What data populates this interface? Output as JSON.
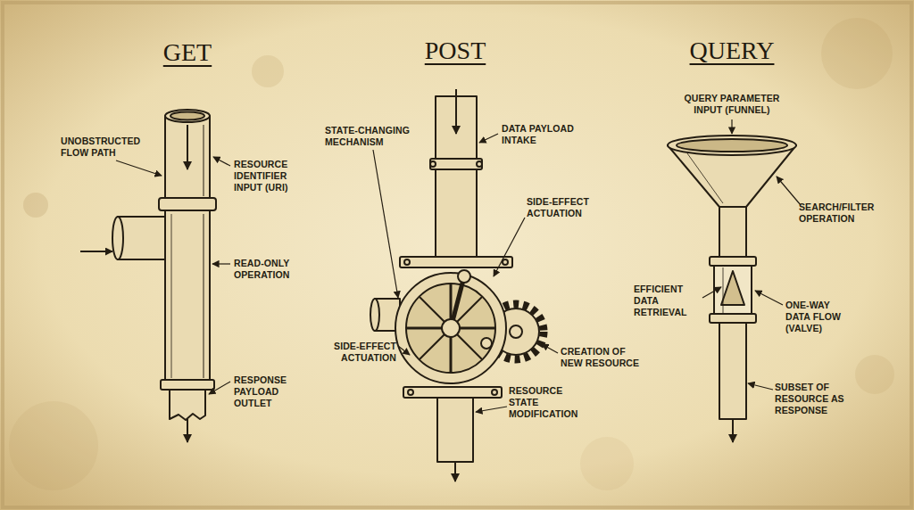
{
  "diagram": {
    "labels": [
      "GET",
      "POST",
      "QUERY",
      "UNOBSTRUCTED FLOW PATH",
      "RESOURCE IDENTIFIER INPUT (URI)",
      "READ-ONLY OPERATION",
      "RESPONSE PAYLOAD OUTLET",
      "STATE-CHANGING MECHANISM",
      "DATA PAYLOAD INTAKE",
      "SIDE-EFFECT ACTUATION",
      "SIDE-EFFECT ACTUATION",
      "CREATION OF NEW RESOURCE",
      "RESOURCE STATE MODIFICATION",
      "QUERY PARAMETER INPUT (FUNNEL)",
      "SEARCH/FILTER OPERATION",
      "EFFICIENT DATA RETRIEVAL",
      "ONE-WAY DATA FLOW (VALVE)",
      "SUBSET OF RESOURCE AS RESPONSE"
    ]
  }
}
